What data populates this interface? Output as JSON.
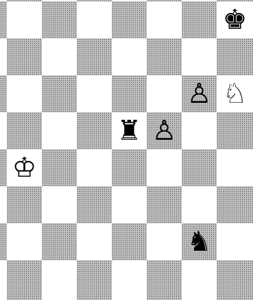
{
  "board": {
    "light_color": "#ffffff",
    "dark_color": "#8c8c8c",
    "orientation": "white-bottom"
  },
  "pieces": [
    {
      "square": "h8",
      "name": "black-king",
      "color": "black",
      "type": "king",
      "glyph": "♚"
    },
    {
      "square": "g6",
      "name": "white-pawn",
      "color": "white",
      "type": "pawn",
      "glyph": "♙"
    },
    {
      "square": "h6",
      "name": "white-knight",
      "color": "white",
      "type": "knight",
      "glyph": "♘"
    },
    {
      "square": "e5",
      "name": "black-rook",
      "color": "black",
      "type": "rook",
      "glyph": "♜"
    },
    {
      "square": "f5",
      "name": "white-pawn",
      "color": "white",
      "type": "pawn",
      "glyph": "♙"
    },
    {
      "square": "b4",
      "name": "white-king",
      "color": "white",
      "type": "king",
      "glyph": "♔"
    },
    {
      "square": "g2",
      "name": "black-knight",
      "color": "black",
      "type": "knight",
      "glyph": "♞"
    }
  ]
}
